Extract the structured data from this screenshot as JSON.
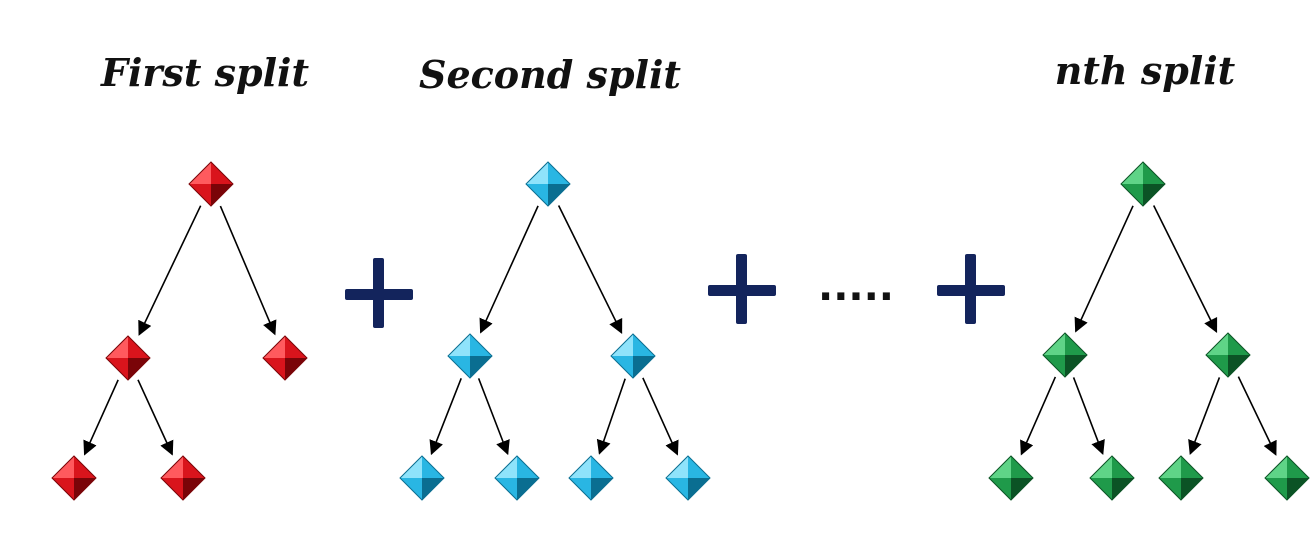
{
  "diagram": {
    "trees": [
      {
        "title": "First split",
        "color": "#d9141c",
        "dark": "#7a0408",
        "light": "#ff5a5e",
        "edges": [
          [
            "root",
            "l1"
          ],
          [
            "root",
            "r1"
          ],
          [
            "l1",
            "l1a"
          ],
          [
            "l1",
            "l1b"
          ]
        ]
      },
      {
        "title": "Second split",
        "color": "#29b6e3",
        "dark": "#0a6e91",
        "light": "#8fe3fb",
        "edges": [
          [
            "root",
            "l1"
          ],
          [
            "root",
            "r1"
          ],
          [
            "l1",
            "l1a"
          ],
          [
            "l1",
            "l1b"
          ],
          [
            "r1",
            "r1a"
          ],
          [
            "r1",
            "r1b"
          ]
        ]
      },
      {
        "title": "nth split",
        "color": "#1f9a4a",
        "dark": "#0b5325",
        "light": "#5fd487",
        "edges": [
          [
            "root",
            "l1"
          ],
          [
            "root",
            "r1"
          ],
          [
            "l1",
            "l1a"
          ],
          [
            "l1",
            "l1b"
          ],
          [
            "r1",
            "r1a"
          ],
          [
            "r1",
            "r1b"
          ]
        ]
      }
    ],
    "operators": [
      "+",
      "+",
      "+"
    ],
    "ellipsis": "....."
  }
}
